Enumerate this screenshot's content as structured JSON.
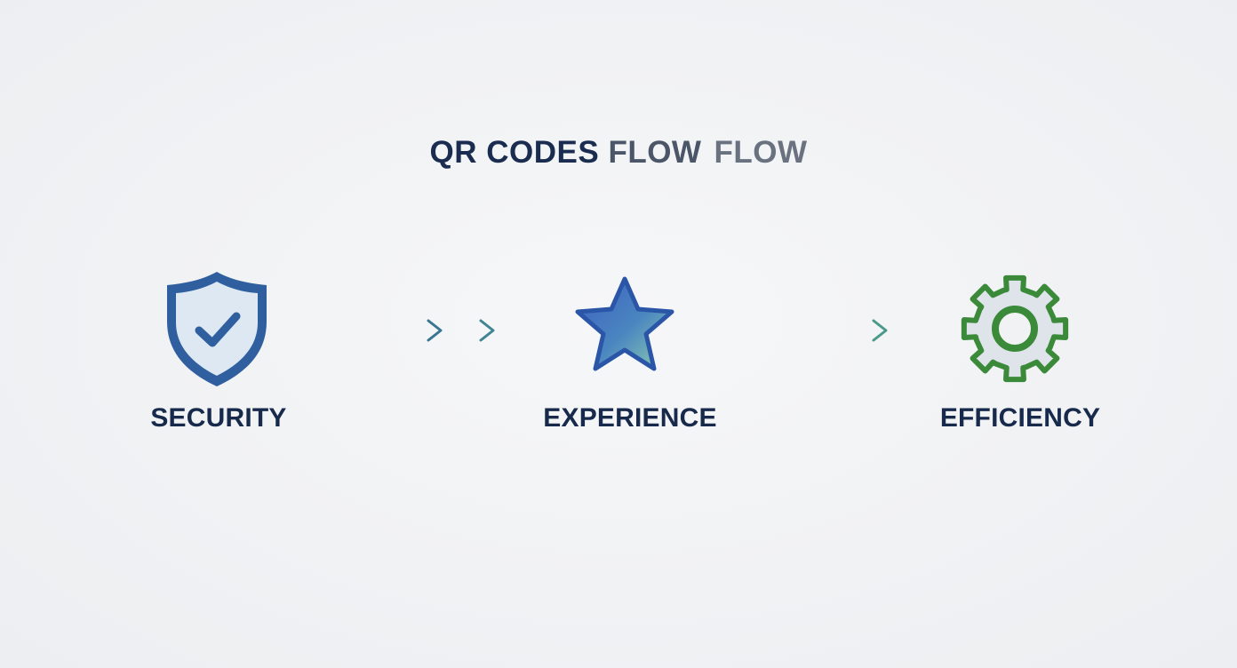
{
  "title": {
    "part1": "QR CODES",
    "part2": "FLOW",
    "part3": "FLOW"
  },
  "steps": [
    {
      "label": "SECURITY",
      "icon": "shield-check-icon",
      "color": "#2f5f9f"
    },
    {
      "label": "EXPERIENCE",
      "icon": "star-icon",
      "color": "#2b56a8"
    },
    {
      "label": "EFFICIENCY",
      "icon": "gear-icon",
      "color": "#3a8a3a"
    }
  ],
  "colors": {
    "title_dark": "#1a2c4f",
    "label": "#172a4c",
    "arrow": "#3d6f8f"
  }
}
